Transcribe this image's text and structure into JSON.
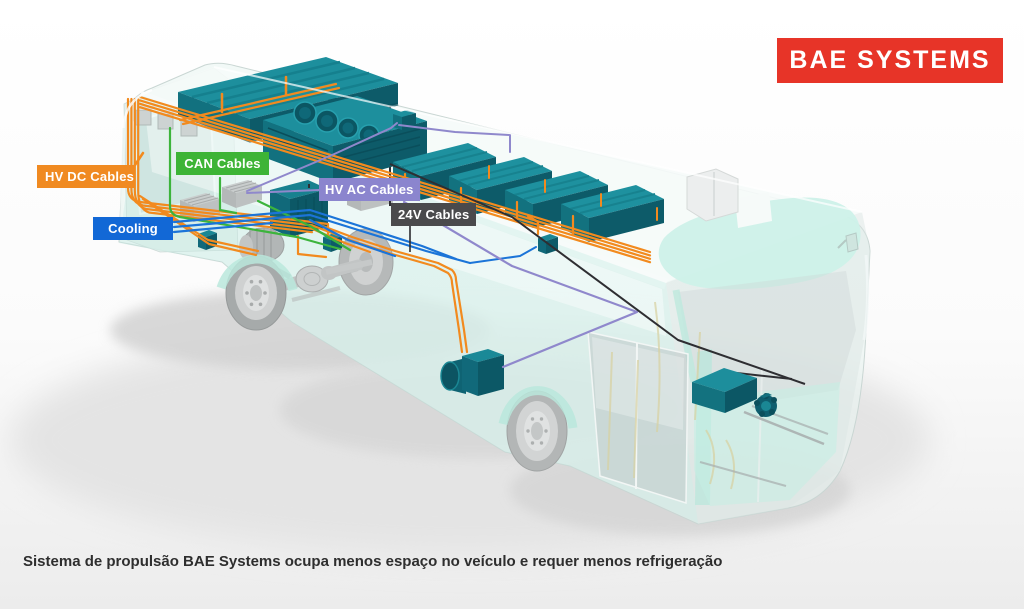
{
  "page": {
    "background_color": "#ffffff"
  },
  "logo": {
    "text": "BAE SYSTEMS",
    "background_color": "#e73428",
    "text_color": "#ffffff"
  },
  "caption": {
    "text": "Sistema de propulsão BAE Systems ocupa menos espaço no veículo e requer menos refrigeração",
    "color": "#2e2e2e"
  },
  "cable_labels": {
    "hv_dc": {
      "text": "HV DC Cables",
      "background_color": "#f08a21",
      "text_color": "#ffffff"
    },
    "can": {
      "text": "CAN Cables",
      "background_color": "#3db436",
      "text_color": "#ffffff"
    },
    "hv_ac": {
      "text": "HV AC Cables",
      "background_color": "#8b85ce",
      "text_color": "#ffffff"
    },
    "v24": {
      "text": "24V Cables",
      "background_color": "#4a4a4c",
      "text_color": "#ffffff"
    },
    "cooling": {
      "text": "Cooling",
      "background_color": "#1268d6",
      "text_color": "#ffffff"
    }
  },
  "illustration": {
    "subject": "Semi-transparent battery-electric transit bus, rear three-quarter view, with BAE Systems electric propulsion components highlighted in teal",
    "component_color": "#15808f",
    "body_tint_color": "#d8f1ea",
    "cable_colors": {
      "hv_dc": "#f28a1e",
      "can": "#3cb43c",
      "hv_ac": "#8f88cc",
      "v24": "#2e2e32",
      "cooling": "#1b74d8"
    }
  }
}
